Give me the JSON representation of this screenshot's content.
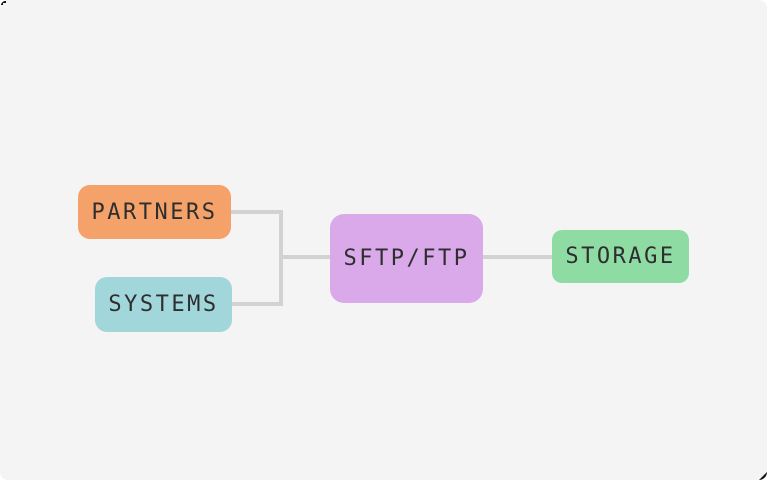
{
  "page": {
    "background": "#f5f4f5",
    "connector_color": "#d2d2d2",
    "text_color": "#2e2e2e"
  },
  "diagram": {
    "nodes": [
      {
        "id": "partners",
        "label": "PARTNERS",
        "fill": "#f4a26a"
      },
      {
        "id": "systems",
        "label": "SYSTEMS",
        "fill": "#a1d6db"
      },
      {
        "id": "sftp_ftp",
        "label": "SFTP/FTP",
        "fill": "#d9a9e9"
      },
      {
        "id": "storage",
        "label": "STORAGE",
        "fill": "#8edca4"
      }
    ],
    "edges": [
      {
        "from": "PARTNERS",
        "to": "SFTP/FTP"
      },
      {
        "from": "SYSTEMS",
        "to": "SFTP/FTP"
      },
      {
        "from": "SFTP/FTP",
        "to": "STORAGE"
      }
    ]
  }
}
